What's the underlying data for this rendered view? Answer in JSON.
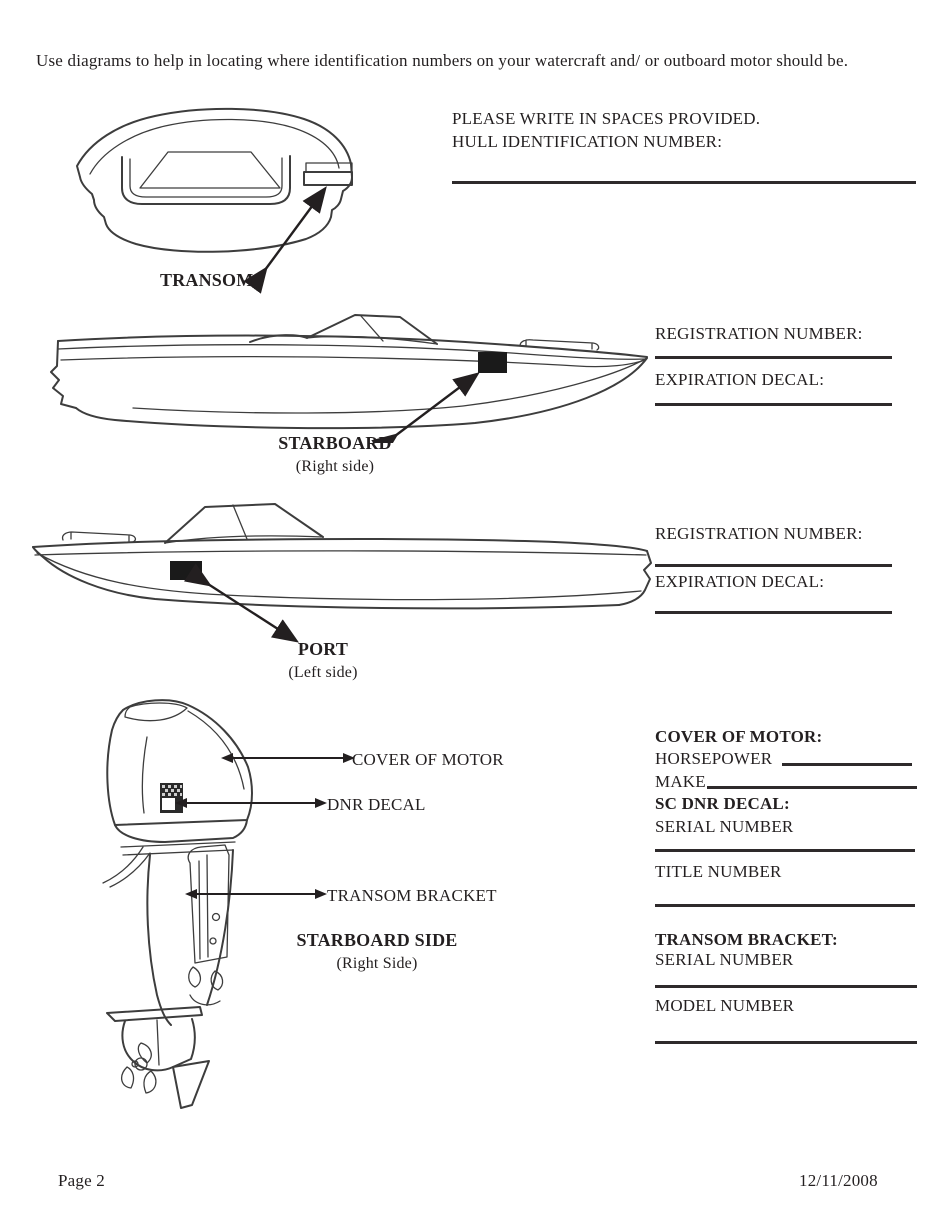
{
  "colors": {
    "ink": "#231f20",
    "line_art": "#3d3d3d"
  },
  "intro": "Use diagrams to help in locating where identification numbers on your watercraft and/ or outboard motor should be.",
  "hull": {
    "transom_label": "TRANSOM",
    "instruction_line1": "PLEASE WRITE IN SPACES PROVIDED.",
    "instruction_line2": "HULL IDENTIFICATION NUMBER:"
  },
  "starboard": {
    "label": "STARBOARD",
    "sublabel": "(Right side)",
    "registration_label": "REGISTRATION NUMBER:",
    "expiration_label": "EXPIRATION DECAL:"
  },
  "port": {
    "label": "PORT",
    "sublabel": "(Left side)",
    "registration_label": "REGISTRATION NUMBER:",
    "expiration_label": "EXPIRATION DECAL:"
  },
  "motor": {
    "callouts": {
      "cover": "COVER OF MOTOR",
      "decal": "DNR DECAL",
      "bracket": "TRANSOM BRACKET"
    },
    "label": "STARBOARD SIDE",
    "sublabel": "(Right Side)",
    "fields": {
      "cover_heading": "COVER OF MOTOR:",
      "horsepower": "HORSEPOWER",
      "make": "MAKE",
      "decal_heading": "SC DNR DECAL:",
      "serial": "SERIAL NUMBER",
      "title": "TITLE NUMBER",
      "bracket_heading": "TRANSOM BRACKET:",
      "bracket_serial": "SERIAL NUMBER",
      "model": "MODEL NUMBER"
    }
  },
  "footer": {
    "page_label": "Page 2",
    "date": "12/11/2008"
  }
}
